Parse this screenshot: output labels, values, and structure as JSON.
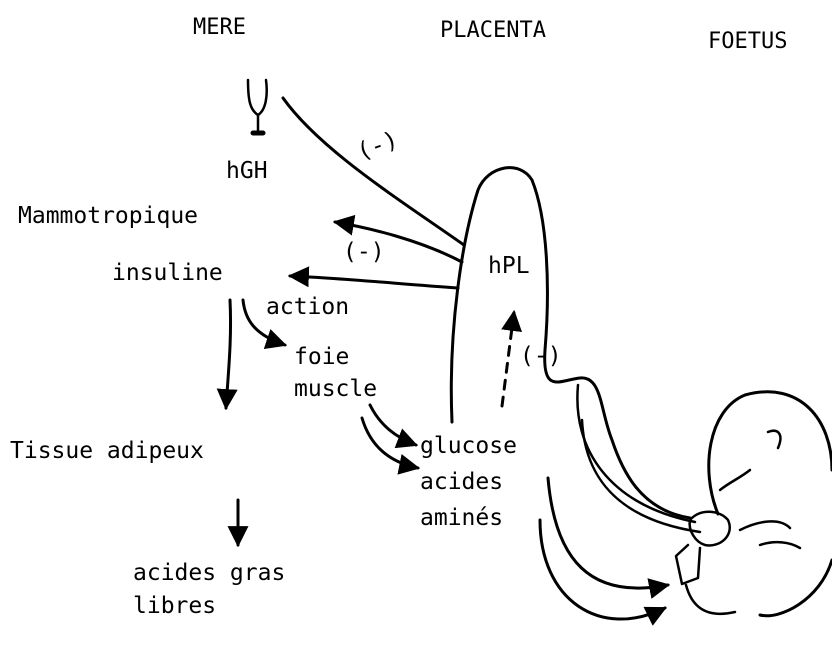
{
  "headers": {
    "mere": "MERE",
    "placenta": "PLACENTA",
    "foetus": "FOETUS"
  },
  "labels": {
    "hgh": "hGH",
    "mammotropique": "Mammotropique",
    "insuline": "insuline",
    "action": "action",
    "foie": "foie",
    "muscle": "muscle",
    "hpl": "hPL",
    "glucose": "glucose",
    "acides": "acides",
    "amines": "aminés",
    "tissue_adipeux": "Tissue adipeux",
    "acides_gras_line1": "acides gras",
    "acides_gras_line2": "libres",
    "inhibition": "(-)"
  }
}
